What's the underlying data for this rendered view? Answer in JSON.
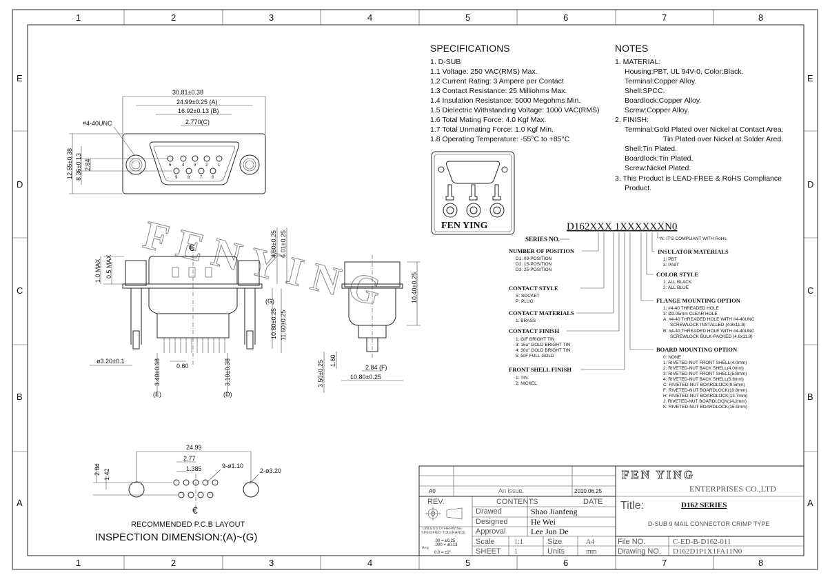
{
  "border": {
    "cols": [
      "1",
      "2",
      "3",
      "4",
      "5",
      "6",
      "7",
      "8"
    ],
    "rows": [
      "E",
      "D",
      "C",
      "B",
      "A"
    ]
  },
  "specifications": {
    "title": "SPECIFICATIONS",
    "lines": [
      "1. D-SUB",
      "1.1 Voltage: 250 VAC(RMS) Max.",
      "1.2 Current Rating: 3 Ampere per Contact",
      "1.3 Contact Resistance: 25 Milliohms Max.",
      "1.4 Insulation Resistance: 5000 Megohms Min.",
      "1.5 Dielectric Withstanding Voltage: 1000 VAC(RMS)",
      "1.6 Total Mating Force: 4.0 Kgf Max.",
      "1.7 Total Unmating Force: 1.0 Kgf Min.",
      "1.8 Operating Temperature: -55°C to +85°C"
    ]
  },
  "notes": {
    "title": "NOTES",
    "lines": [
      "1. MATERIAL:",
      "Housing:PBT, UL 94V-0, Color:Black.",
      "Terminal:Copper Alloy.",
      "Shell:SPCC.",
      "Boardlock:Copper Alloy.",
      "Screw:Copper Alloy.",
      "2. FINISH:",
      "Terminal:Gold Plated over Nickel at Contact Area.",
      "Tin Plated over Nickel at Solder Ared.",
      "Shell:Tin Plated.",
      "Boardlock:Tin Plated.",
      "Screw:Nickel Plated.",
      "3. This Product is LEAD-FREE & RoHS Compliance",
      "Product."
    ]
  },
  "logo": {
    "text": "FEN YING"
  },
  "watermark": "FENYING",
  "part_number": {
    "code": "D162XXX  1XXXXXXN0",
    "series_label": "SERIES NO.",
    "rohs_note": "N: IT'S COMPLIANT WITH RoHs",
    "left_groups": [
      {
        "title": "NUMBER OF POSITION",
        "items": [
          "D1: 09-POSITION",
          "D2: 15-POSITION",
          "D3: 25-POSITION"
        ]
      },
      {
        "title": "CONTACT STYLE",
        "items": [
          "S: SOCKET",
          "P: PLUG"
        ]
      },
      {
        "title": "CONTACT MATERIALS",
        "items": [
          "1: BRASS"
        ]
      },
      {
        "title": "CONTACT FINISH",
        "items": [
          "1: G/F BRIGHT TIN",
          "3: 15u\" GOLD BRIGHT TIN",
          "4: 30u\" GOLD BRIGHT TIN",
          "5: G/F FULL GOLD"
        ]
      },
      {
        "title": "FRONT SHELL FINISH",
        "items": [
          "1: TIN",
          "2: NICKEL"
        ]
      }
    ],
    "right_groups": [
      {
        "title": "INSULATOR MATERIALS",
        "items": [
          "1: PBT",
          "3: PA9T"
        ]
      },
      {
        "title": "COLOR STYLE",
        "items": [
          "1: ALL BLACK",
          "2: ALL BLUE"
        ]
      },
      {
        "title": "FLANGE MOUNTING OPTION",
        "items": [
          "1: #4-40 THREADED HOLE",
          "3: Ø3.05mm CLEAR HOLE",
          "A: #4-40 THREADED HOLE WITH #4-40UNC",
          "SCREWLOCK INSTALLED (4.8x11.8)",
          "B: #4-40 THREADED HOLE WITH #4-40UNC",
          "SCREWLOCK BULK-PACKED (4.8x11.8)"
        ]
      },
      {
        "title": "BOARD MOUNTING OPTION",
        "items": [
          "0: NONE",
          "1: RIVETED-NUT FRONT SHELL(4.0mm)",
          "2: RIVETED-NUT BACK SHELL(4.0mm)",
          "3: RIVETED-NUT FRONT SHELL(5.8mm)",
          "4: RIVETED-NUT BACK SHELL(5.8mm)",
          "C: RIVETED-NUT BOARDLOCK(9.5mm)",
          "F: RIVETED-NUT BOARDLOCK(10.8mm)",
          "H: RIVETED-NUT BOARDLOCK(13.7mm)",
          "J: RIVETED-NUT BOARDLOCK(14.2mm)",
          "K: RIVETED-NUT BOARDLOCK(15.0mm)"
        ]
      }
    ]
  },
  "dims_top": {
    "d1": "30.81±0.38",
    "d2": "24.99±0.25 (A)",
    "d3": "16.92±0.13 (B)",
    "d4": "2.770(C)",
    "thread": "#4-40UNC",
    "v1": "12.55±0.38",
    "v2": "8.36±0.13",
    "v3": "2.84",
    "pins_top": [
      "5",
      "4",
      "3",
      "2",
      "1"
    ],
    "pins_bot": [
      "9",
      "8",
      "7",
      "6"
    ]
  },
  "dims_front": {
    "cl": "€",
    "h1": "1.0 MAX",
    "h2": "0.5 MAX",
    "h3": "4.80±0.25",
    "h4": "6.01±0.25",
    "h5": "(G)",
    "h6": "10.80±0.25",
    "h7": "11.60±0.25",
    "d1": "ø3.20±0.1",
    "d2": "0.60",
    "d3": "3.40±0.38",
    "d4": "(E)",
    "d5": "3.10±0.38",
    "d6": "(D)"
  },
  "dims_side": {
    "s1": "10.40±0.25",
    "s2": "1.60",
    "s3": "3.50±0.25",
    "s4": "2.84 (F)",
    "s5": "10.80±0.25"
  },
  "pcb": {
    "d1": "24.99",
    "d2": "2.77",
    "d3": "1.385",
    "d4": "9-ø1.10",
    "d5": "2-ø3.20",
    "v1": "2.84",
    "v2": "1.42",
    "cl": "€",
    "label1": "RECOMMENDED P.C.B LAYOUT",
    "label2": "INSPECTION DIMENSION:(A)~(G)"
  },
  "title_block": {
    "rev_row": {
      "rev": "A0",
      "contents": "An issue.",
      "date": "2010.06.25"
    },
    "headers": {
      "rev": "REV.",
      "contents": "CONTENTS",
      "date": "DATE"
    },
    "drawed_label": "Drawed",
    "drawed": "Shao Jianfeng",
    "designed_label": "Designed",
    "designed": "He Wei",
    "approval_label": "Approval",
    "approval": "Lee Jun De",
    "scale_label": "Scale",
    "scale": "1:1",
    "size_label": "Size",
    "size": "A4",
    "sheet_label": "SHEET",
    "sheet": "1",
    "units_label": "Units",
    "units": "mm",
    "tolerance1": "UNLESS OTHERWISE",
    "tolerance2": "SPECIFIED TOLERANCE",
    "tol_a": ".00 = ±0.25",
    "tol_b": ".000 = ±0.13",
    "tol_c": "0.0 = ±2°",
    "tol_ang": "Ang",
    "company": "FEN YING",
    "company2": "ENTERPRISES CO.,LTD",
    "title_label": "Title:",
    "title": "D162 SERIES",
    "desc": "D-SUB 9 MAIL CONNECTOR CRIMP TYPE",
    "file_label": "File NO.",
    "file": "C-ED-B-D162-011",
    "drawing_label": "Drawing NO.",
    "drawing": "D162D1P1X1FA11N0"
  }
}
